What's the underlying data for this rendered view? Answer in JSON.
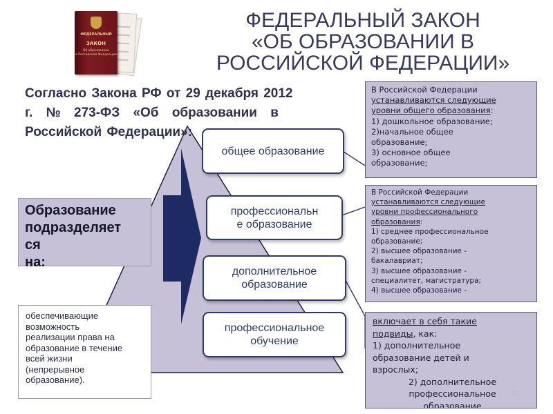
{
  "book": {
    "line1": "ФЕДЕРАЛЬНЫЙ",
    "line2": "ЗАКОН",
    "line3": "Об образовании",
    "line4": "в Российской Федерации"
  },
  "title": {
    "line1": "ФЕДЕРАЛЬНЫЙ ЗАКОН",
    "line2": "«ОБ ОБРАЗОВАНИИ В",
    "line3": "РОССИЙСКОЙ ФЕДЕРАЦИИ»"
  },
  "intro": {
    "line1": "Согласно Закона РФ от 29 декабря 2012",
    "line2": "г. № 273-ФЗ «Об образовании в",
    "line3": "Российской Федерации»:"
  },
  "left_box": {
    "lines": [
      "Образование",
      "подразделяет",
      "ся",
      "на:"
    ]
  },
  "continuous_box": {
    "lines": [
      "обеспечивающие",
      "возможность",
      "реализации права на",
      "образование в течение",
      "всей жизни",
      "(непрерывное",
      "образование)."
    ]
  },
  "levels": [
    {
      "label_lines": [
        "общее образование"
      ]
    },
    {
      "label_lines": [
        "профессиональн",
        "е образование"
      ]
    },
    {
      "label_lines": [
        "дополнительное",
        "образование"
      ]
    },
    {
      "label_lines": [
        "профессиональное",
        "обучение"
      ]
    }
  ],
  "right_boxes": {
    "general": {
      "intro": "В Российской Федерации",
      "underlined": [
        "устанавливаются следующие",
        "уровни общего образования"
      ],
      "underline_suffix": ":",
      "items": [
        "1) дошкольное образование;",
        "2)начальное общее",
        "образование;",
        "3) основное общее",
        "образование;"
      ]
    },
    "professional": {
      "intro": "В Российской Федерации",
      "underlined": [
        "устанавливаются следующие",
        "уровни профессионального",
        "образования"
      ],
      "underline_suffix": ":",
      "items": [
        "1) среднее профессиональное",
        "образование;",
        "2) высшее образование -",
        "бакалавриат;",
        "3) высшее образование -",
        "специалитет, магистратура;",
        "4) высшее образование -"
      ]
    },
    "additional": {
      "underlined": [
        "включает в себя такие",
        "подвиды"
      ],
      "underline_suffix": ", как:",
      "items": [
        "1) дополнительное",
        "образование детей и",
        "взрослых;",
        " 2) дополнительное",
        "профессиональное",
        "образование"
      ]
    }
  },
  "page_number": "31",
  "colors": {
    "triangle_fill": "#c7c1d8",
    "arrow_fill": "#1d2a64",
    "box_fill": "#c7c1d8",
    "title_color": "#38395c",
    "level_text": "#2c3b6e"
  }
}
